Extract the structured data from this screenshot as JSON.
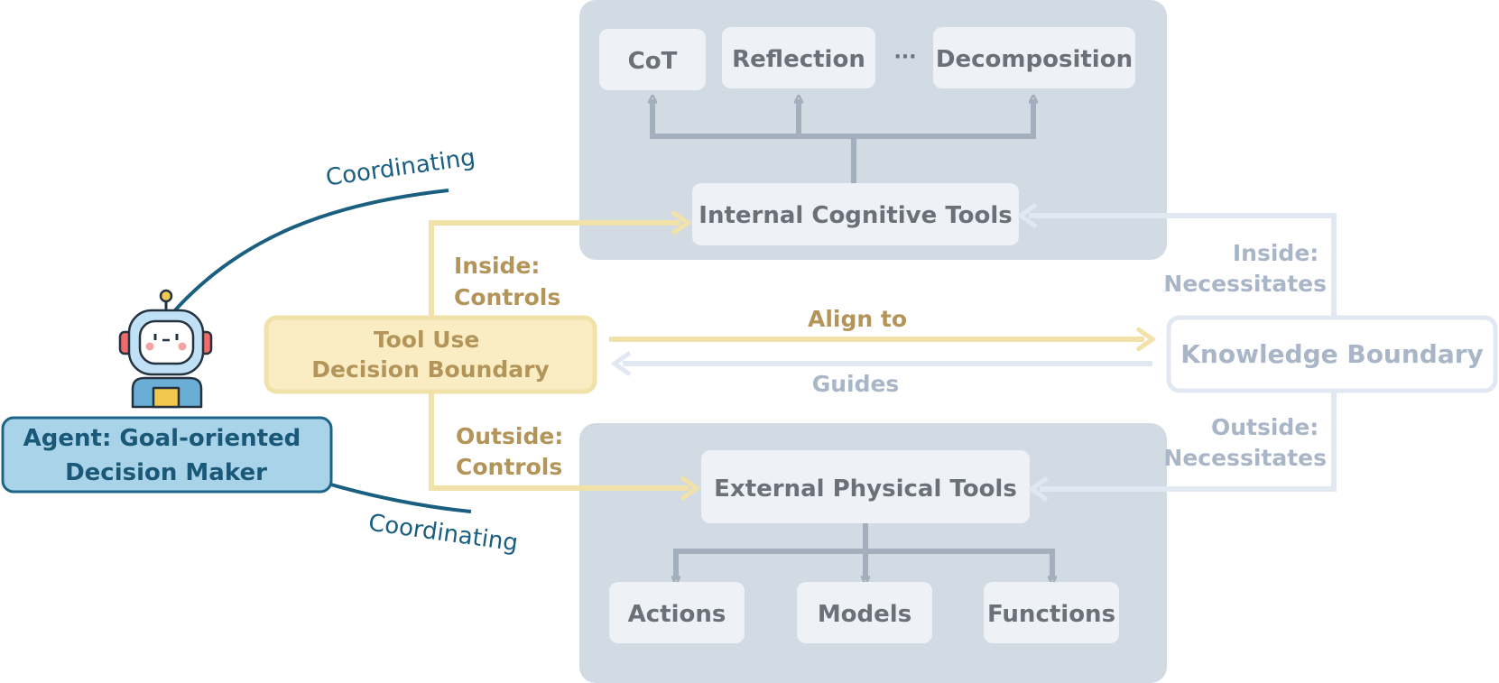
{
  "agent": {
    "line1": "Agent: Goal-oriented",
    "line2": "Decision Maker",
    "icon": "robot-icon"
  },
  "coordinating_top": "Coordinating",
  "coordinating_bottom": "Coordinating",
  "tool_use": {
    "line1": "Tool Use",
    "line2": "Decision Boundary"
  },
  "knowledge_boundary": "Knowledge Boundary",
  "align_to": "Align to",
  "guides": "Guides",
  "inside_controls": {
    "line1": "Inside:",
    "line2": "Controls"
  },
  "outside_controls": {
    "line1": "Outside:",
    "line2": "Controls"
  },
  "inside_necessitates": {
    "line1": "Inside:",
    "line2": "Necessitates"
  },
  "outside_necessitates": {
    "line1": "Outside:",
    "line2": "Necessitates"
  },
  "internal": {
    "title": "Internal Cognitive Tools",
    "items": [
      "CoT",
      "Reflection",
      "Decomposition"
    ],
    "ellipsis": "···"
  },
  "external": {
    "title": "External Physical Tools",
    "items": [
      "Actions",
      "Models",
      "Functions"
    ]
  },
  "colors": {
    "panel": "#d2dae4",
    "box": "#eef2f7",
    "gray_text": "#6b7079",
    "connector": "#a3afbd",
    "gold": "#f0e2a8",
    "gold_text": "#b3955a",
    "gold_fill": "#faedc4",
    "pale_blue": "#e1e8f1",
    "pale_text": "#a8b6c8",
    "agent_fill": "#a9d3e8",
    "agent_stroke": "#1e6486",
    "agent_text": "#1a5878",
    "coord": "#1b5f80"
  }
}
